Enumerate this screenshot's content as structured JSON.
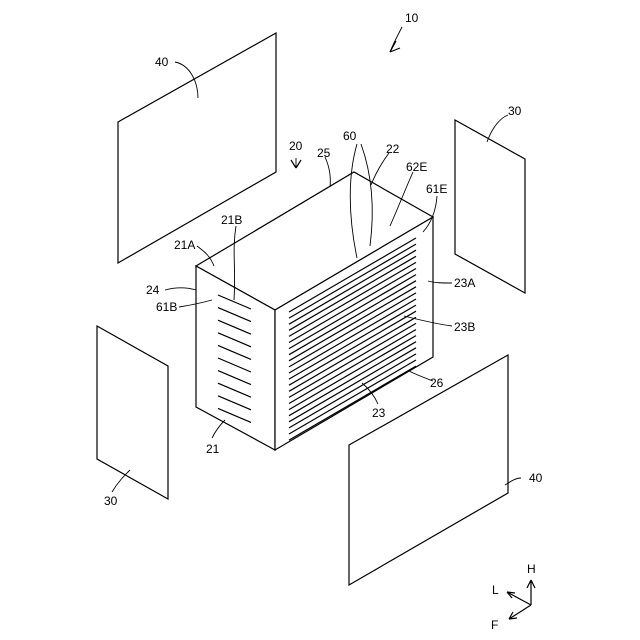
{
  "labels": {
    "assembly": "10",
    "cell_stack": "20",
    "panel_top_left": "40",
    "panel_right_top": "30",
    "panel_left_bottom": "30",
    "panel_bottom_right": "40",
    "fins_group": "60",
    "top_face": "25",
    "edge_22": "22",
    "fin_end_62E": "62E",
    "fin_end_61E": "61E",
    "edge_21A": "21A",
    "slots_21B": "21B",
    "side_24": "24",
    "fin_61B": "61B",
    "face_23A": "23A",
    "face_23B": "23B",
    "edge_26": "26",
    "face_23": "23",
    "face_21": "21"
  },
  "axes": {
    "up": "H",
    "left": "L",
    "front": "F"
  }
}
